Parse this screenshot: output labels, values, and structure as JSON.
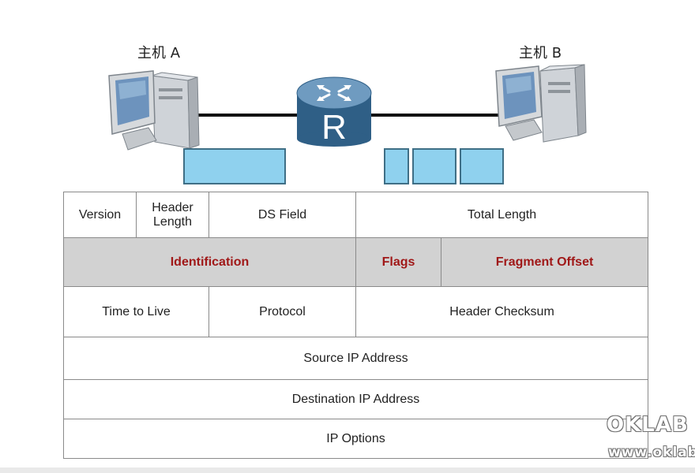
{
  "hosts": {
    "a_label": "主机 A",
    "b_label": "主机 B",
    "router_letter": "R"
  },
  "ip_header": {
    "row1": {
      "version": "Version",
      "header_length": "Header Length",
      "ds_field": "DS Field",
      "total_length": "Total  Length"
    },
    "row2": {
      "identification": "Identification",
      "flags": "Flags",
      "fragment_offset": "Fragment Offset"
    },
    "row3": {
      "ttl": "Time  to  Live",
      "protocol": "Protocol",
      "checksum": "Header  Checksum"
    },
    "source": "Source IP Address",
    "destination": "Destination  IP Address",
    "options": "IP  Options"
  },
  "watermark": {
    "brand": "OKLAB",
    "url": "www.oklab"
  },
  "colors": {
    "packet_fill": "#8fd1ee",
    "highlight_row": "#d2d2d2",
    "highlight_text": "#a01818",
    "router_body": "#2f5f86"
  }
}
